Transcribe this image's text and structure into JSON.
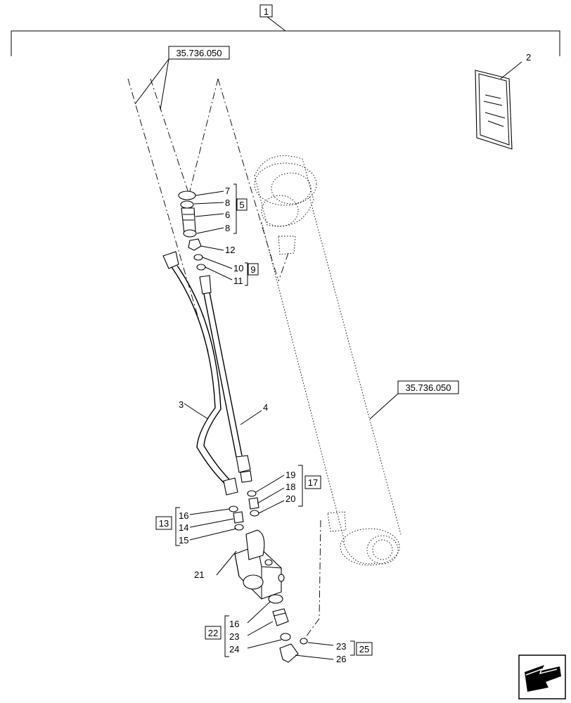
{
  "callouts": {
    "c1": "1",
    "c2": "2",
    "c3": "3",
    "c4": "4",
    "c5": "5",
    "c6": "6",
    "c7": "7",
    "c8a": "8",
    "c8b": "8",
    "c9": "9",
    "c10": "10",
    "c11": "11",
    "c12": "12",
    "c13": "13",
    "c14": "14",
    "c15": "15",
    "c16a": "16",
    "c16b": "16",
    "c17": "17",
    "c18": "18",
    "c19": "19",
    "c20": "20",
    "c21": "21",
    "c22": "22",
    "c23a": "23",
    "c23b": "23",
    "c24": "24",
    "c25": "25",
    "c26": "26"
  },
  "references": {
    "ref_top": "35.736.050",
    "ref_mid": "35.736.050"
  }
}
